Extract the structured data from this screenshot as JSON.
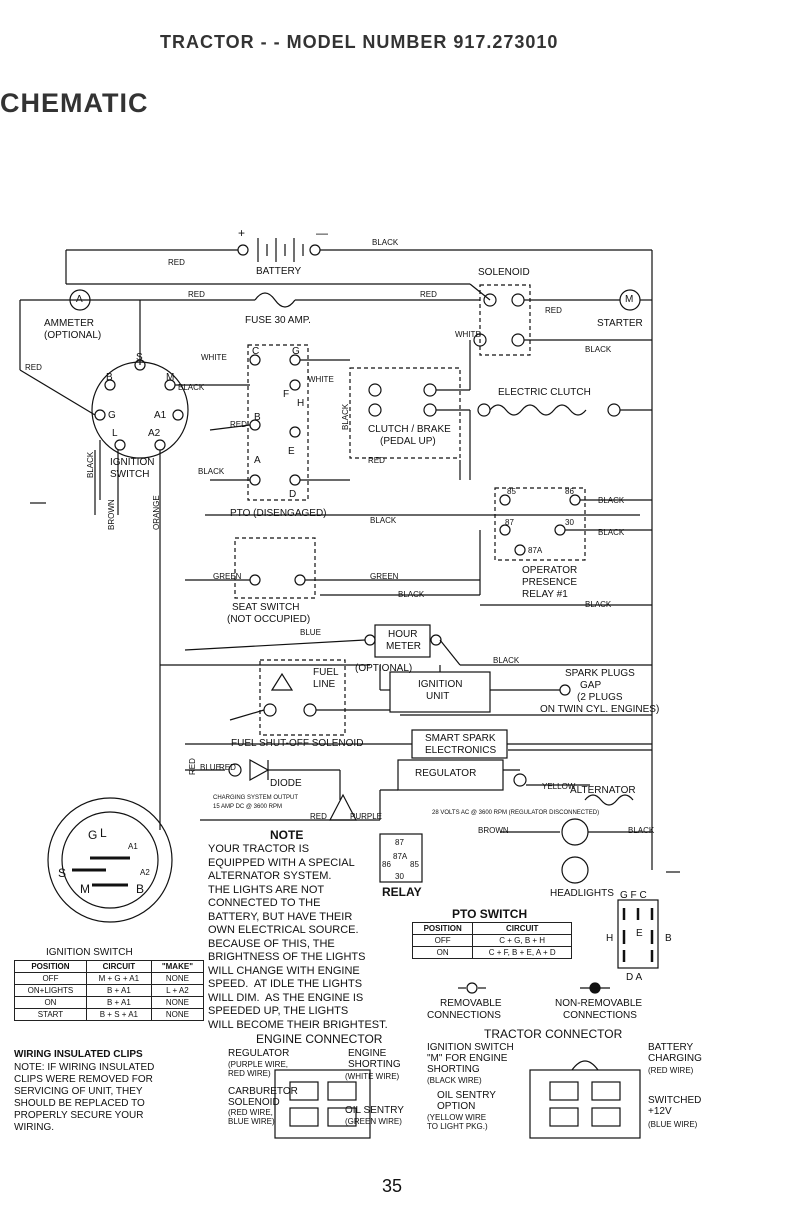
{
  "header": {
    "title": "TRACTOR - - MODEL NUMBER 917.273010",
    "heading": "CHEMATIC"
  },
  "components": {
    "battery": "BATTERY",
    "battery_plus": "+",
    "battery_minus": "—",
    "solenoid": "SOLENOID",
    "ammeter": "AMMETER",
    "ammeter_optional": "(OPTIONAL)",
    "ammeter_symbol": "A",
    "fuse": "FUSE 30 AMP.",
    "starter": "STARTER",
    "starter_symbol": "M",
    "electric_clutch": "ELECTRIC CLUTCH",
    "clutch_brake": "CLUTCH / BRAKE",
    "pedal_up": "(PEDAL UP)",
    "ignition_switch": "IGNITION",
    "ignition_switch2": "SWITCH",
    "pto_disengaged": "PTO (DISENGAGED)",
    "operator_presence": "OPERATOR",
    "operator_presence2": "PRESENCE",
    "operator_presence3": "RELAY #1",
    "seat_switch": "SEAT SWITCH",
    "not_occupied": "(NOT OCCUPIED)",
    "hour_meter": "HOUR",
    "hour_meter2": "METER",
    "hour_meter_optional": "(OPTIONAL)",
    "fuel_line": "FUEL",
    "fuel_line2": "LINE",
    "ignition_unit": "IGNITION",
    "ignition_unit2": "UNIT",
    "spark_plugs": "SPARK PLUGS",
    "gap": "GAP",
    "two_plugs": "(2 PLUGS",
    "twin_cyl": "ON TWIN CYL. ENGINES)",
    "fuel_solenoid": "FUEL SHUT-OFF SOLENOID",
    "smart_spark": "SMART SPARK",
    "electronics": "ELECTRONICS",
    "diode": "DIODE",
    "regulator": "REGULATOR",
    "alternator": "ALTERNATOR",
    "charging": "CHARGING SYSTEM OUTPUT",
    "charging2": "15 AMP DC @ 3600 RPM",
    "alt_volts": "28 VOLTS AC @ 3600 RPM (REGULATOR DISCONNECTED)",
    "headlights": "HEADLIGHTS",
    "relay": "RELAY",
    "relay_pins": [
      "87",
      "87A",
      "86",
      "85",
      "30"
    ],
    "relay_op_pins": [
      "85",
      "86",
      "87",
      "30",
      "87A"
    ],
    "ign_terminals": [
      "S",
      "B",
      "M",
      "G",
      "A1",
      "L",
      "A2"
    ],
    "pto_terminals": [
      "C",
      "G",
      "F",
      "H",
      "B",
      "E",
      "A",
      "D"
    ],
    "gfc": "G F C",
    "h": "H",
    "b": "B",
    "e": "E",
    "da": "D A"
  },
  "wires": {
    "red": "RED",
    "black": "BLACK",
    "white": "WHITE",
    "brown": "BROWN",
    "orange": "ORANGE",
    "green": "GREEN",
    "blue": "BLUE",
    "yellow": "YELLOW",
    "purple": "PURPLE"
  },
  "note": {
    "title": "NOTE",
    "body": "YOUR TRACTOR IS\nEQUIPPED WITH A SPECIAL\nALTERNATOR SYSTEM.\nTHE LIGHTS ARE NOT\nCONNECTED TO THE\nBATTERY, BUT HAVE THEIR\nOWN ELECTRICAL SOURCE.\nBECAUSE OF THIS, THE\nBRIGHTNESS OF THE LIGHTS\nWILL CHANGE WITH ENGINE\nSPEED.  AT IDLE THE LIGHTS\nWILL DIM.  AS THE ENGINE IS\nSPEEDED UP, THE LIGHTS\nWILL BECOME THEIR BRIGHTEST."
  },
  "ignition_table": {
    "caption": "IGNITION SWITCH",
    "headers": [
      "POSITION",
      "CIRCUIT",
      "\"MAKE\""
    ],
    "rows": [
      [
        "OFF",
        "M + G + A1",
        "NONE"
      ],
      [
        "ON+LIGHTS",
        "B + A1",
        "L + A2"
      ],
      [
        "ON",
        "B + A1",
        "NONE"
      ],
      [
        "START",
        "B + S + A1",
        "NONE"
      ]
    ]
  },
  "pto_table": {
    "caption": "PTO SWITCH",
    "headers": [
      "POSITION",
      "CIRCUIT"
    ],
    "rows": [
      [
        "OFF",
        "C + G, B + H"
      ],
      [
        "ON",
        "C + F, B + E, A + D"
      ]
    ]
  },
  "connections": {
    "removable": "REMOVABLE",
    "removable2": "CONNECTIONS",
    "non_removable": "NON-REMOVABLE",
    "non_removable2": "CONNECTIONS"
  },
  "clips": {
    "title": "WIRING INSULATED CLIPS",
    "body": "NOTE: IF WIRING INSULATED\nCLIPS WERE REMOVED FOR\nSERVICING OF UNIT, THEY\nSHOULD BE REPLACED TO\nPROPERLY SECURE YOUR\nWIRING."
  },
  "engine_connector": {
    "title": "ENGINE CONNECTOR",
    "regulator": "REGULATOR",
    "regulator_wires": "(PURPLE WIRE,\nRED WIRE)",
    "carburetor": "CARBURETOR\nSOLENOID",
    "carburetor_wires": "(RED WIRE,\nBLUE WIRE)",
    "engine": "ENGINE\nSHORTING",
    "engine_wire": "(WHITE WIRE)",
    "oil_sentry": "OIL SENTRY",
    "oil_wire": "(GREEN WIRE)"
  },
  "tractor_connector": {
    "title": "TRACTOR CONNECTOR",
    "ignition": "IGNITION SWITCH\n\"M\" FOR ENGINE\nSHORTING",
    "ignition_wire": "(BLACK WIRE)",
    "oil": "OIL SENTRY\nOPTION",
    "oil_wire": "(YELLOW WIRE\nTO LIGHT PKG.)",
    "battery": "BATTERY\nCHARGING",
    "battery_wire": "(RED WIRE)",
    "switched": "SWITCHED\n+12V",
    "switched_wire": "(BLUE WIRE)"
  },
  "page_number": "35"
}
